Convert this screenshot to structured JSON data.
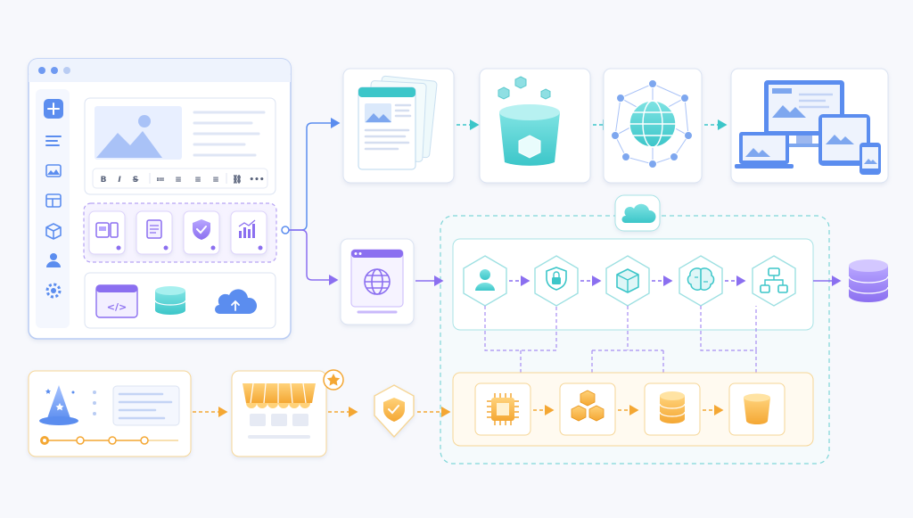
{
  "editor": {
    "toolbar_glyphs": [
      "B",
      "I",
      "S",
      "≔",
      "≡",
      "≡",
      "≡",
      "⛓",
      "•••"
    ]
  },
  "colors": {
    "blue": "#5b8def",
    "purple": "#8b6ff0",
    "teal": "#3cc6c9",
    "orange": "#f4a733",
    "card_border": "#dbe3f2",
    "background": "#f7f8fc"
  },
  "icons": {
    "sidebar": [
      "plus-icon",
      "text-lines-icon",
      "image-icon",
      "layout-icon",
      "cube-icon",
      "user-icon",
      "gear-icon"
    ],
    "widgets": [
      "gallery-widget-icon",
      "document-widget-icon",
      "shield-check-icon",
      "bar-chart-icon"
    ],
    "services": [
      "code-window-icon",
      "database-icon",
      "cloud-upload-icon"
    ],
    "publish_pipeline": [
      "stacked-pages-icon",
      "storage-bucket-icon",
      "globe-network-icon",
      "multi-device-icon"
    ],
    "cloud_pipeline": [
      "user-hex-icon",
      "lock-hex-icon",
      "box-hex-icon",
      "brain-hex-icon",
      "hierarchy-hex-icon",
      "database-output-icon"
    ],
    "infra_pipeline": [
      "chip-icon",
      "cubes-icon",
      "database-icon",
      "bucket-icon"
    ],
    "bottom_pipeline": [
      "wizard-hat-icon",
      "storefront-icon",
      "shield-check-icon"
    ]
  }
}
